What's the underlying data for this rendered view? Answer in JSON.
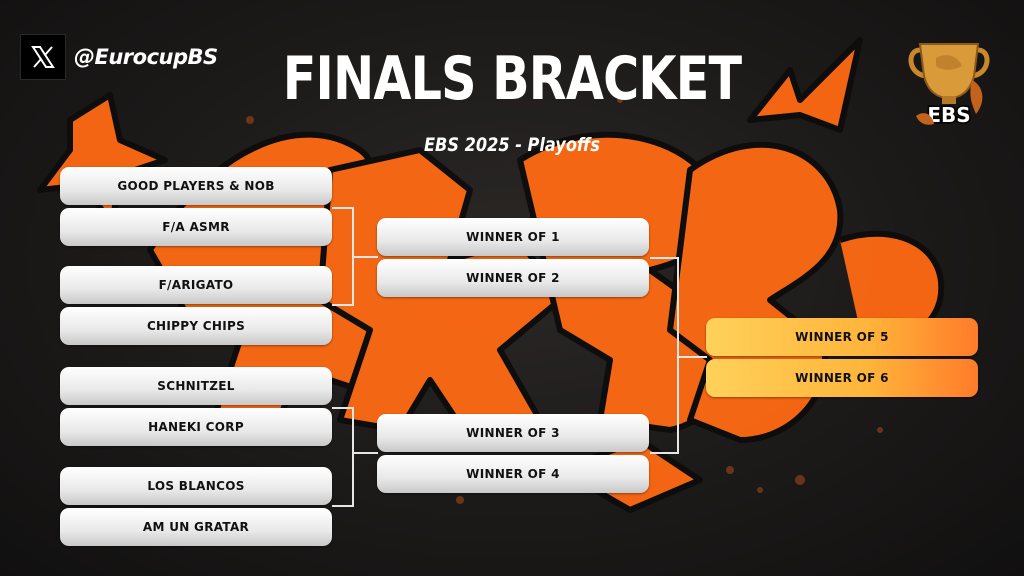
{
  "header": {
    "handle": "@EurocupBS",
    "title": "FINALS BRACKET",
    "subtitle": "EBS 2025 - Playoffs",
    "logo_text": "EBS"
  },
  "bracket": {
    "round1": [
      "GOOD PLAYERS & NOB",
      "F/A ASMR",
      "F/ARIGATO",
      "CHIPPY CHIPS",
      "SCHNITZEL",
      "HANEKI CORP",
      "LOS BLANCOS",
      "AM UN GRATAR"
    ],
    "round2": [
      "WINNER OF 1",
      "WINNER OF 2",
      "WINNER OF 3",
      "WINNER OF 4"
    ],
    "final": [
      "WINNER OF 5",
      "WINNER OF 6"
    ]
  },
  "colors": {
    "background": "#1c1a19",
    "graffiti_orange": "#ff6a13",
    "slot_white": "#ffffff",
    "final_yellow": "#ffd15a",
    "final_orange": "#ff7b2a",
    "logo_gold": "#c9882a"
  },
  "icons": [
    "x-logo-icon",
    "trophy-icon",
    "leaf-icon"
  ]
}
